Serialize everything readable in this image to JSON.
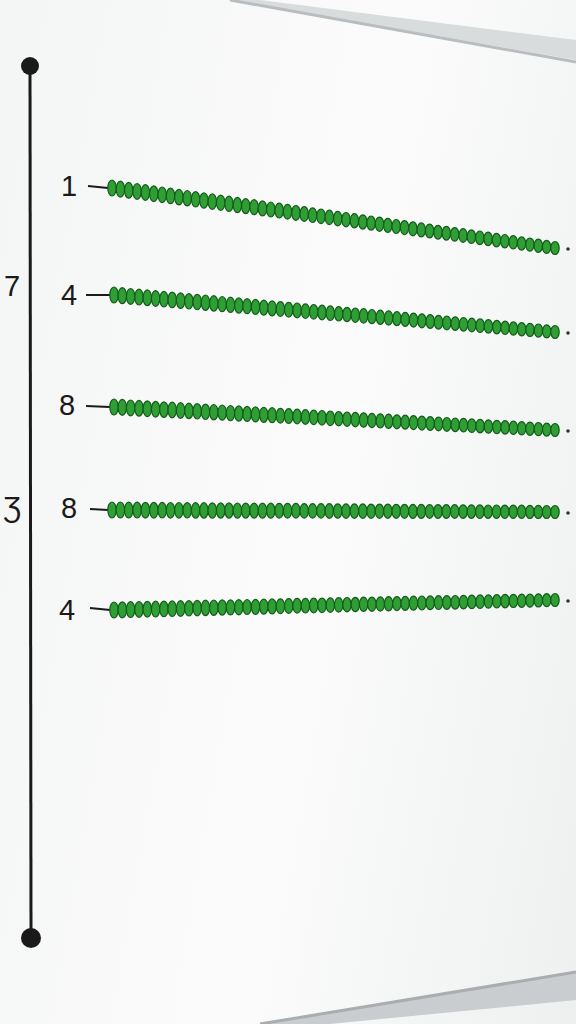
{
  "diagram": {
    "labels": [
      "1",
      "7",
      "4",
      "8",
      "Ʒ",
      "8",
      "4"
    ]
  }
}
